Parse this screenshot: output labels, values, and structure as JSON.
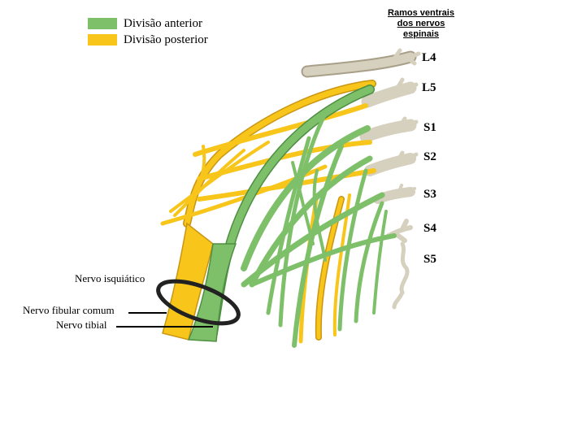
{
  "legend": {
    "items": [
      {
        "label": "Divisão anterior",
        "color": "#7ec06a"
      },
      {
        "label": "Divisão posterior",
        "color": "#f8c51a"
      }
    ]
  },
  "header": {
    "lines": [
      "Ramos ventrais",
      "dos nervos",
      "espinais"
    ]
  },
  "roots": [
    "L4",
    "L5",
    "S1",
    "S2",
    "S3",
    "S4",
    "S5"
  ],
  "labels": {
    "sciatic": "Nervo isquiático",
    "common_fibular": "Nervo fibular comum",
    "tibial": "Nervo tibial"
  },
  "colors": {
    "anterior": "#7ec06a",
    "anterior_dark": "#4e8f43",
    "posterior": "#f8c51a",
    "posterior_dark": "#c99512",
    "root": "#d6d0be",
    "root_dark": "#a9a08a",
    "sheath": "#222222"
  }
}
